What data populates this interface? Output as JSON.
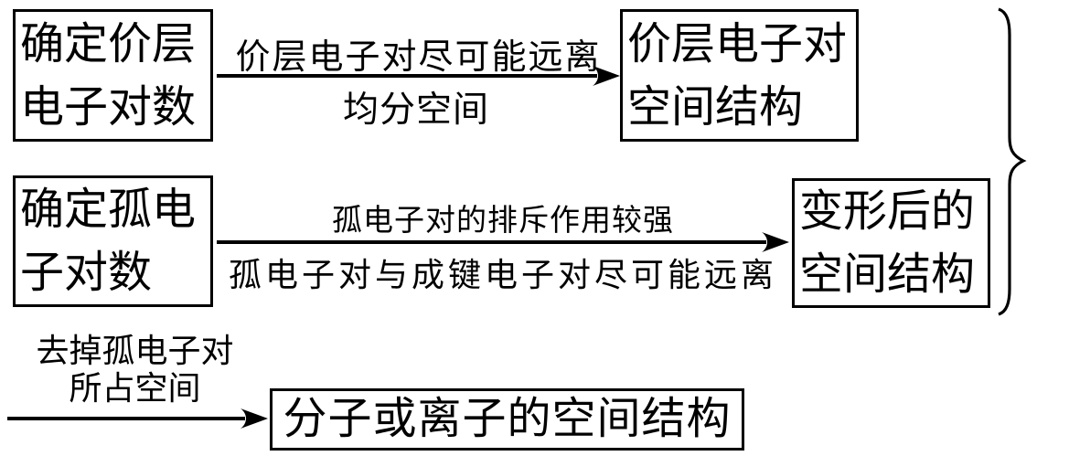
{
  "colors": {
    "ink": "#000000",
    "background": "#ffffff"
  },
  "boxes": {
    "valence_count": {
      "line1": "确定价层",
      "line2": "电子对数"
    },
    "vsepr_structure": {
      "line1": "价层电子对",
      "line2": "空间结构"
    },
    "lone_count": {
      "line1": "确定孤电",
      "line2": "子对数"
    },
    "distorted": {
      "line1": "变形后的",
      "line2": "空间结构"
    },
    "final": {
      "text": "分子或离子的空间结构"
    }
  },
  "arrows": {
    "valence": {
      "above": "价层电子对尽可能远离",
      "below": "均分空间"
    },
    "lone": {
      "above": "孤电子对的排斥作用较强",
      "below": "孤电子对与成键电子对尽可能远离"
    },
    "final": {
      "above_line1": "去掉孤电子对",
      "above_line2": "所占空间"
    }
  }
}
